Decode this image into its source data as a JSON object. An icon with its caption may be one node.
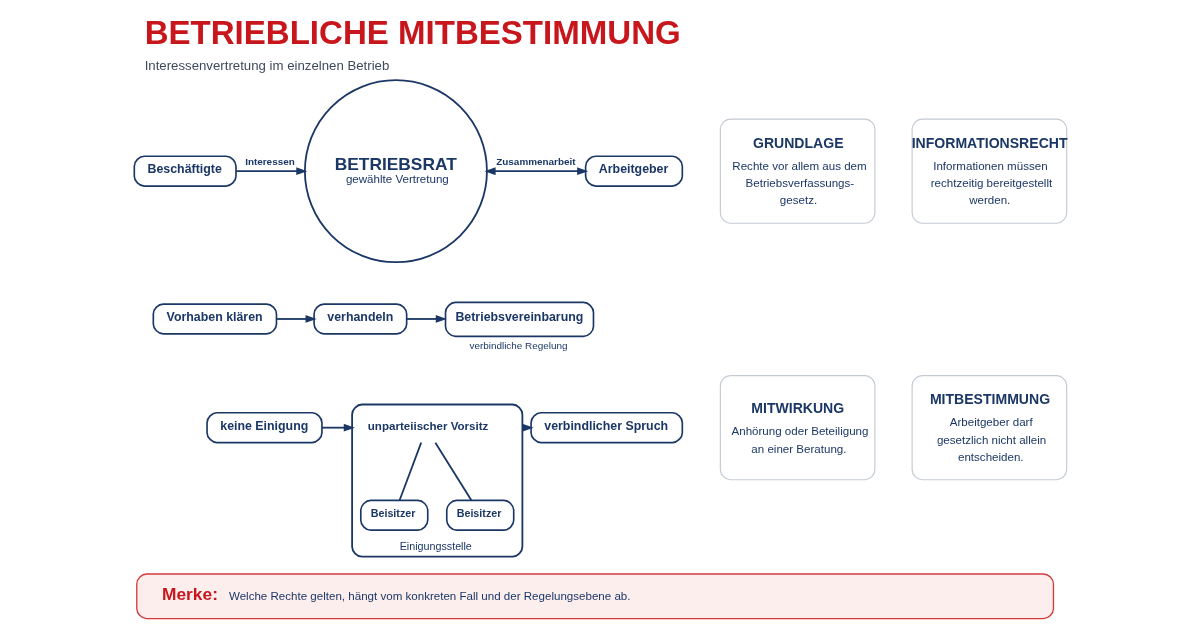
{
  "diagram": {
    "title": "BETRIEBLICHE MITBESTIMMUNG",
    "caption": "Interessenvertretung im einzelnen Betrieb",
    "nodes": [
      {
        "text": [
          "Beschäftigte"
        ]
      },
      {
        "text": [
          "BETRIEBSRAT",
          "gewählte Vertretung"
        ]
      },
      {
        "text": [
          "Arbeitgeber"
        ]
      },
      {
        "text": [
          "Vorhaben klären"
        ]
      },
      {
        "text": [
          "verhandeln"
        ]
      },
      {
        "text": [
          "Betriebsvereinbarung"
        ],
        "beside": [
          "verbindliche Regelung"
        ]
      },
      {
        "text": [
          "keine Einigung"
        ]
      },
      {
        "text": [
          "Einigungsstelle"
        ]
      },
      {
        "text": [
          "unparteiischer Vorsitz"
        ],
        "in": 7
      },
      {
        "text": [
          "Beisitzer"
        ],
        "in": 7
      },
      {
        "text": [
          "Beisitzer"
        ],
        "in": 7
      },
      {
        "text": [
          "verbindlicher Spruch"
        ]
      },
      {
        "text": [
          "GRUNDLAGE",
          "Rechte vor allem aus dem Betriebsverfassungs- gesetz."
        ]
      },
      {
        "text": [
          "INFORMATIONSRECHT",
          "Informationen müssen rechtzeitig bereitgestellt werden."
        ]
      },
      {
        "text": [
          "MITWIRKUNG",
          "Anhörung oder Beteiligung an einer Beratung."
        ]
      },
      {
        "text": [
          "MITBESTIMMUNG",
          "Arbeitgeber darf gesetzlich nicht allein entscheiden."
        ]
      },
      {
        "text": [
          "Merke:",
          "Welche Rechte gelten, hängt vom konkreten Fall und der Regelungsebene ab."
        ]
      }
    ],
    "edges": [
      {
        "from": 0,
        "to": 1,
        "arrow": "to",
        "label": "Interessen"
      },
      {
        "from": 1,
        "to": 2,
        "arrow": "both",
        "label": "Zusammenarbeit"
      },
      {
        "from": 3,
        "to": 4,
        "arrow": "to"
      },
      {
        "from": 4,
        "to": 5,
        "arrow": "to"
      },
      {
        "from": 6,
        "to": 7,
        "arrow": "to"
      },
      {
        "from": 7,
        "to": 11,
        "arrow": "to"
      },
      {
        "from": 8,
        "to": 9,
        "arrow": "none"
      },
      {
        "from": 8,
        "to": 10,
        "arrow": "none"
      }
    ]
  }
}
